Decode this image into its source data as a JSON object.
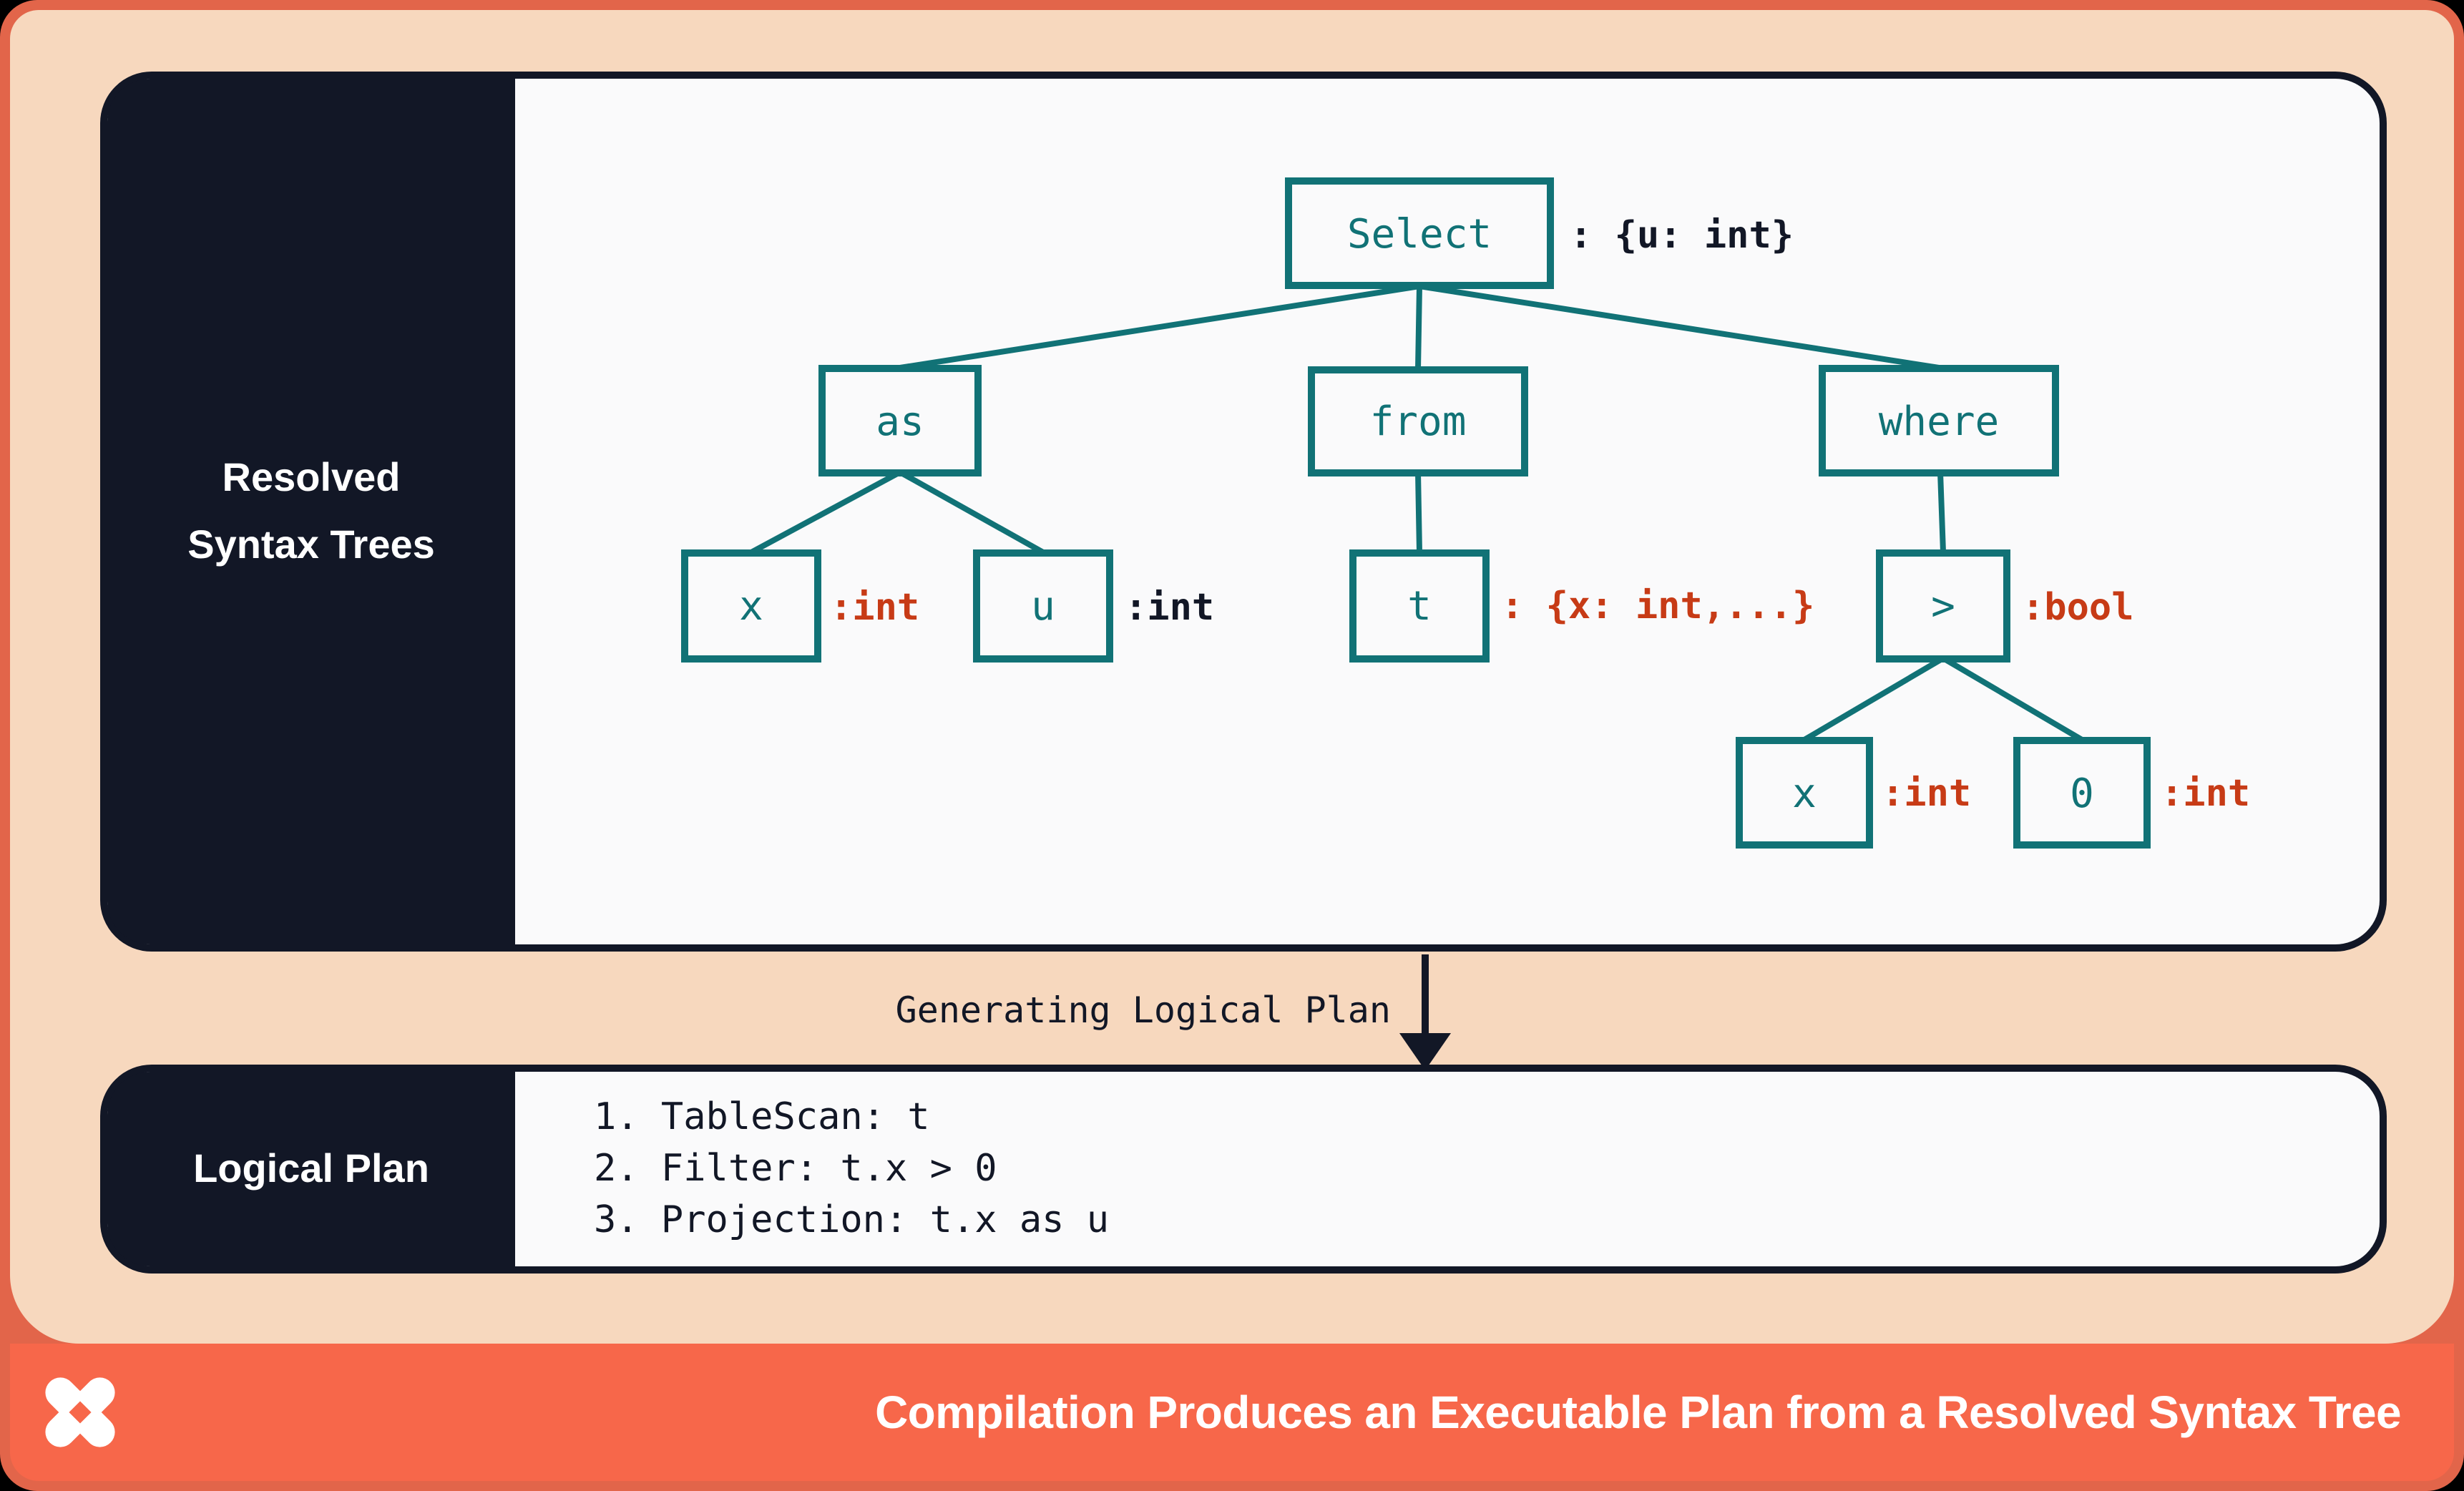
{
  "colors": {
    "teal": "#117276",
    "rust_red": "#C73B16",
    "navy": "#121726",
    "peach": "#F7D8BE",
    "coral_footer": "#F7674A",
    "coral_border": "#E2654A",
    "panel_white": "#FAFAFB"
  },
  "rst_panel": {
    "label_line1": "Resolved",
    "label_line2": "Syntax Trees"
  },
  "tree": {
    "select": {
      "label": "Select",
      "annotation": ": {u: int}"
    },
    "as_node": {
      "label": "as"
    },
    "from_node": {
      "label": "from"
    },
    "where_node": {
      "label": "where"
    },
    "x_as": {
      "label": "x",
      "annotation": ":int"
    },
    "u_as": {
      "label": "u",
      "annotation": ":int"
    },
    "t_from": {
      "label": "t",
      "annotation": ": {x: int,...}"
    },
    "gt_where": {
      "label": ">",
      "annotation": ":bool"
    },
    "x_gt": {
      "label": "x",
      "annotation": ":int"
    },
    "zero_gt": {
      "label": "0",
      "annotation": ":int"
    }
  },
  "transition": {
    "label": "Generating Logical Plan"
  },
  "plan_panel": {
    "label": "Logical Plan",
    "steps": [
      "1. TableScan: t",
      "2. Filter: t.x > 0",
      "3. Projection: t.x as u"
    ]
  },
  "footer": {
    "logo_icon": "pinwheel-x-logo",
    "title": "Compilation Produces an Executable Plan from a Resolved Syntax Tree"
  }
}
